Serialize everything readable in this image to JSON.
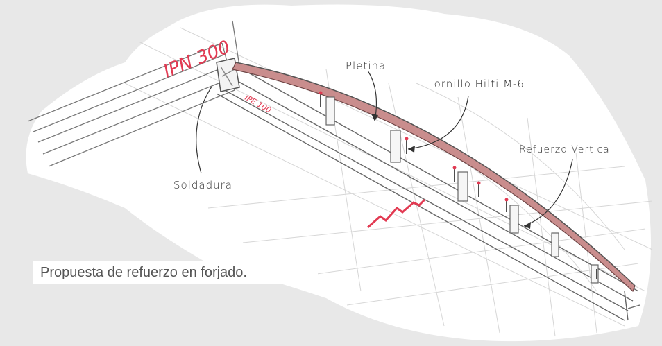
{
  "labels": {
    "ipn": "IPN 300",
    "ipe": "IPE 100",
    "pletina": "Pletina",
    "tornillo": "Tornillo Hilti M-6",
    "refuerzo": "Refuerzo Vertical",
    "soldadura": "Soldadura"
  },
  "caption": "Propuesta de refuerzo en forjado.",
  "colors": {
    "background": "#e8e8e8",
    "sketch_area": "#ffffff",
    "accent_red": "#e23a52",
    "plate_fill": "#c98d8d",
    "ink": "#2a2a2a"
  }
}
